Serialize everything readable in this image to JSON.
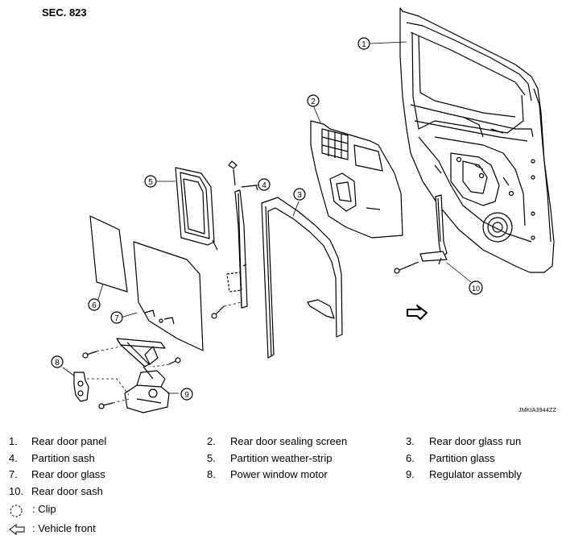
{
  "header": {
    "section": "SEC. 823"
  },
  "image_code": "JMKIA3944ZZ",
  "callouts": [
    "1",
    "2",
    "3",
    "4",
    "5",
    "6",
    "7",
    "8",
    "9",
    "10"
  ],
  "legend": {
    "rows": [
      [
        {
          "num": "1.",
          "label": "Rear door panel"
        },
        {
          "num": "2.",
          "label": "Rear door sealing screen"
        },
        {
          "num": "3.",
          "label": "Rear door glass run"
        }
      ],
      [
        {
          "num": "4.",
          "label": "Partition sash"
        },
        {
          "num": "5.",
          "label": "Partition weather-strip"
        },
        {
          "num": "6.",
          "label": "Partition glass"
        }
      ],
      [
        {
          "num": "7.",
          "label": "Rear door glass"
        },
        {
          "num": "8.",
          "label": "Power window motor"
        },
        {
          "num": "9.",
          "label": "Regulator assembly"
        }
      ],
      [
        {
          "num": "10.",
          "label": "Rear door sash"
        }
      ]
    ],
    "symbols": [
      {
        "icon": "clip-symbol-icon",
        "label": ": Clip"
      },
      {
        "icon": "vehicle-front-arrow-icon",
        "label": ": Vehicle front"
      }
    ]
  }
}
